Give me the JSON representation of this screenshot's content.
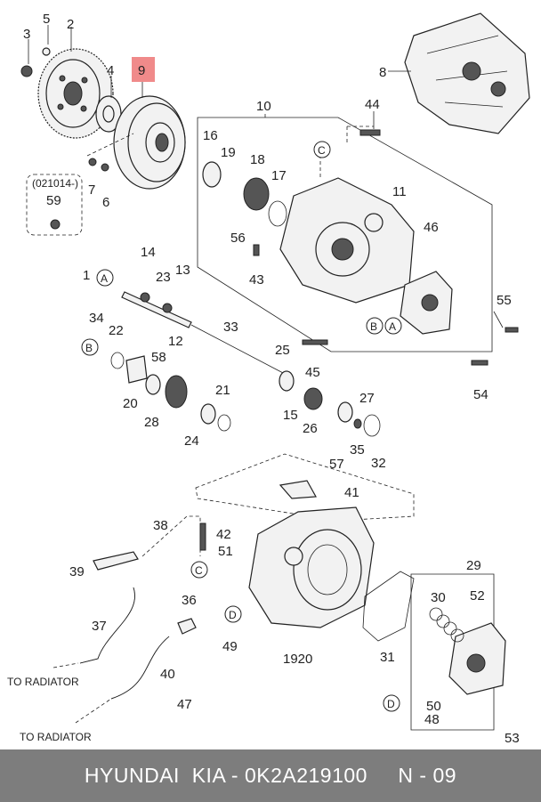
{
  "diagram": {
    "callouts": [
      "1",
      "2",
      "3",
      "4",
      "5",
      "6",
      "7",
      "8",
      "9",
      "10",
      "11",
      "12",
      "13",
      "14",
      "15",
      "16",
      "17",
      "18",
      "19",
      "20",
      "21",
      "22",
      "23",
      "24",
      "25",
      "26",
      "27",
      "28",
      "29",
      "30",
      "31",
      "32",
      "33",
      "34",
      "35",
      "36",
      "37",
      "38",
      "39",
      "40",
      "41",
      "42",
      "43",
      "44",
      "45",
      "46",
      "47",
      "48",
      "49",
      "50",
      "51",
      "52",
      "53",
      "54",
      "55",
      "56",
      "57",
      "58",
      "59",
      "1920"
    ],
    "highlighted_part": "9",
    "variant_code": "(021014-)",
    "circle_refs": [
      "A",
      "B",
      "C",
      "D"
    ],
    "radiator_label": "TO RADIATOR",
    "highlight_color": "#f08a8a"
  },
  "footer": {
    "text": "HYUNDAI  KIA - 0K2A219100     N - 09",
    "background": "#7d7d7d"
  }
}
